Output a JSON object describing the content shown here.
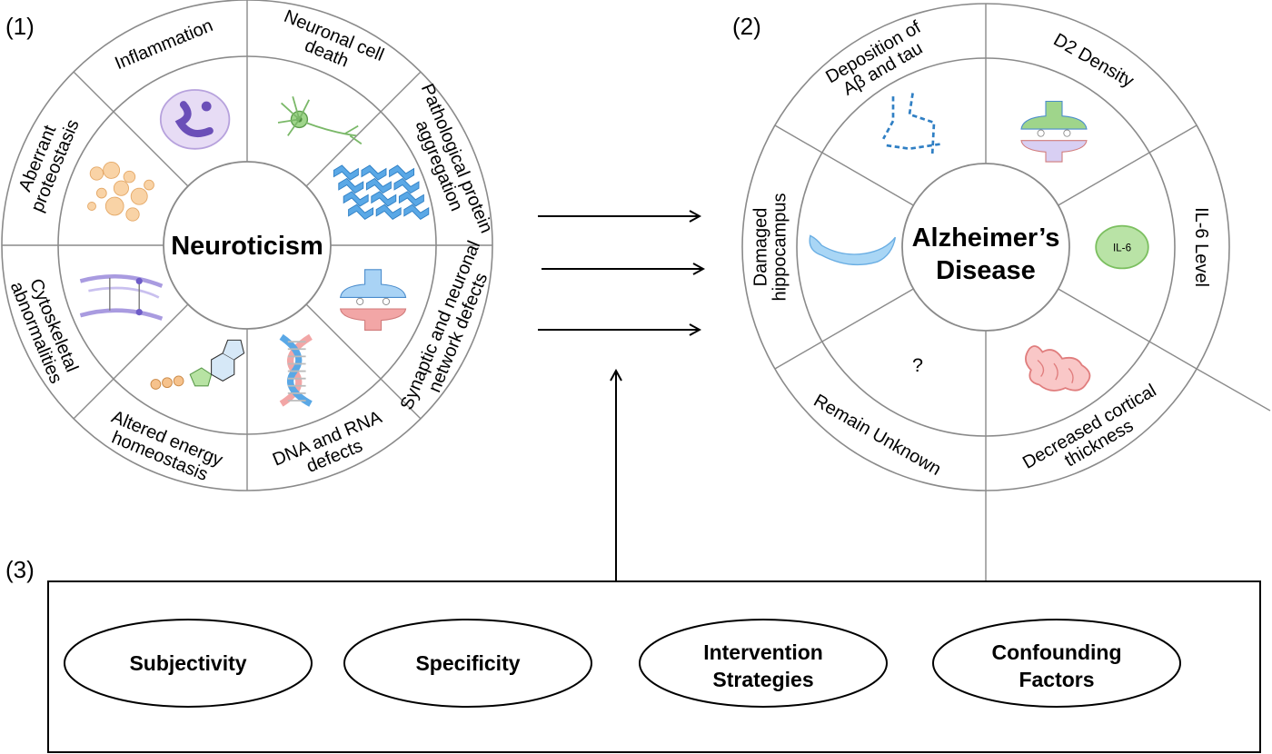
{
  "panels": {
    "p1": "(1)",
    "p2": "(2)",
    "p3": "(3)"
  },
  "wheel1": {
    "center": "Neuroticism",
    "segments": [
      {
        "lines": [
          "Neuronal cell",
          "death"
        ],
        "icon": "neuron-icon"
      },
      {
        "lines": [
          "Pathological protein",
          "aggregation"
        ],
        "icon": "protein-aggregate-icon"
      },
      {
        "lines": [
          "Synaptic and neuronal",
          "network defects"
        ],
        "icon": "synapse-icon"
      },
      {
        "lines": [
          "DNA and RNA",
          "defects"
        ],
        "icon": "dna-icon"
      },
      {
        "lines": [
          "Altered energy",
          "homeostasis"
        ],
        "icon": "molecule-icon"
      },
      {
        "lines": [
          "Cytoskeletal",
          "abnormalities"
        ],
        "icon": "cytoskeleton-icon"
      },
      {
        "lines": [
          "Aberrant",
          "proteostasis"
        ],
        "icon": "protein-droplets-icon"
      },
      {
        "lines": [
          "Inflammation"
        ],
        "icon": "immune-cell-icon"
      }
    ]
  },
  "wheel2": {
    "center": [
      "Alzheimer’s",
      "Disease"
    ],
    "segments": [
      {
        "lines": [
          "D2 Density"
        ],
        "icon": "synapse-icon"
      },
      {
        "lines": [
          "IL-6 Level"
        ],
        "icon": "il6-icon",
        "icon_text": "IL-6"
      },
      {
        "lines": [
          "Decreased cortical",
          "thickness"
        ],
        "icon": "cortex-icon"
      },
      {
        "lines": [
          "Remain Unknown"
        ],
        "icon": "question-icon",
        "icon_text": "?"
      },
      {
        "lines": [
          "Damaged",
          "hippocampus"
        ],
        "icon": "hippocampus-icon"
      },
      {
        "lines": [
          "Deposition of",
          "Aβ and tau"
        ],
        "icon": "plaque-tangle-icon"
      }
    ]
  },
  "factors": [
    "Subjectivity",
    "Specificity",
    [
      "Intervention",
      "Strategies"
    ],
    [
      "Confounding",
      "Factors"
    ]
  ],
  "colors": {
    "ring": "#8a8a8a",
    "blue": "#5aa8e6",
    "pink": "#f2a6a6",
    "green": "#9fd58b",
    "purple": "#a99be0",
    "orange": "#f6c28c"
  }
}
